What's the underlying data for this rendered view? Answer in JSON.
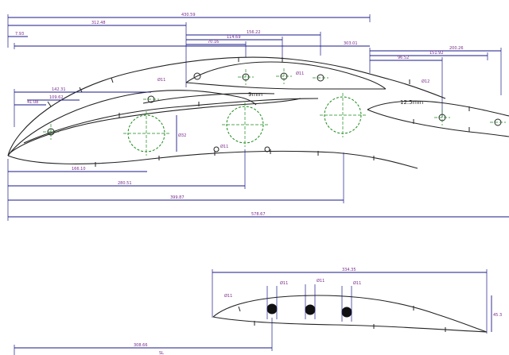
{
  "top_dims": {
    "d1": "430.59",
    "d2": "312.48",
    "d3": "7.93",
    "d4": "156.22",
    "d5": "114.69",
    "d6": "70.16",
    "d7": "303.01",
    "d8": "200.26",
    "d9": "151.92",
    "d10": "96.52"
  },
  "left_dims": {
    "d1": "142.31",
    "d2": "109.62",
    "d3": "41.08"
  },
  "notes": {
    "slot_main": "9mm",
    "slot_flap": "12.5mm"
  },
  "hole_labels": {
    "h1": "Ø11",
    "h2": "Ø32",
    "h3": "Ø11",
    "h4": "Ø11",
    "h5": "Ø12"
  },
  "bottom_dims": {
    "d1": "166.10",
    "d2": "280.51",
    "d3": "399.87",
    "d4": "578.67"
  },
  "small_airfoil": {
    "width_label": "334.35",
    "height_label": "45.3",
    "hole_labels": [
      "Ø11",
      "Ø11",
      "Ø11",
      "Ø11"
    ],
    "bottom_label": "308.66",
    "cut_label": "SL"
  }
}
